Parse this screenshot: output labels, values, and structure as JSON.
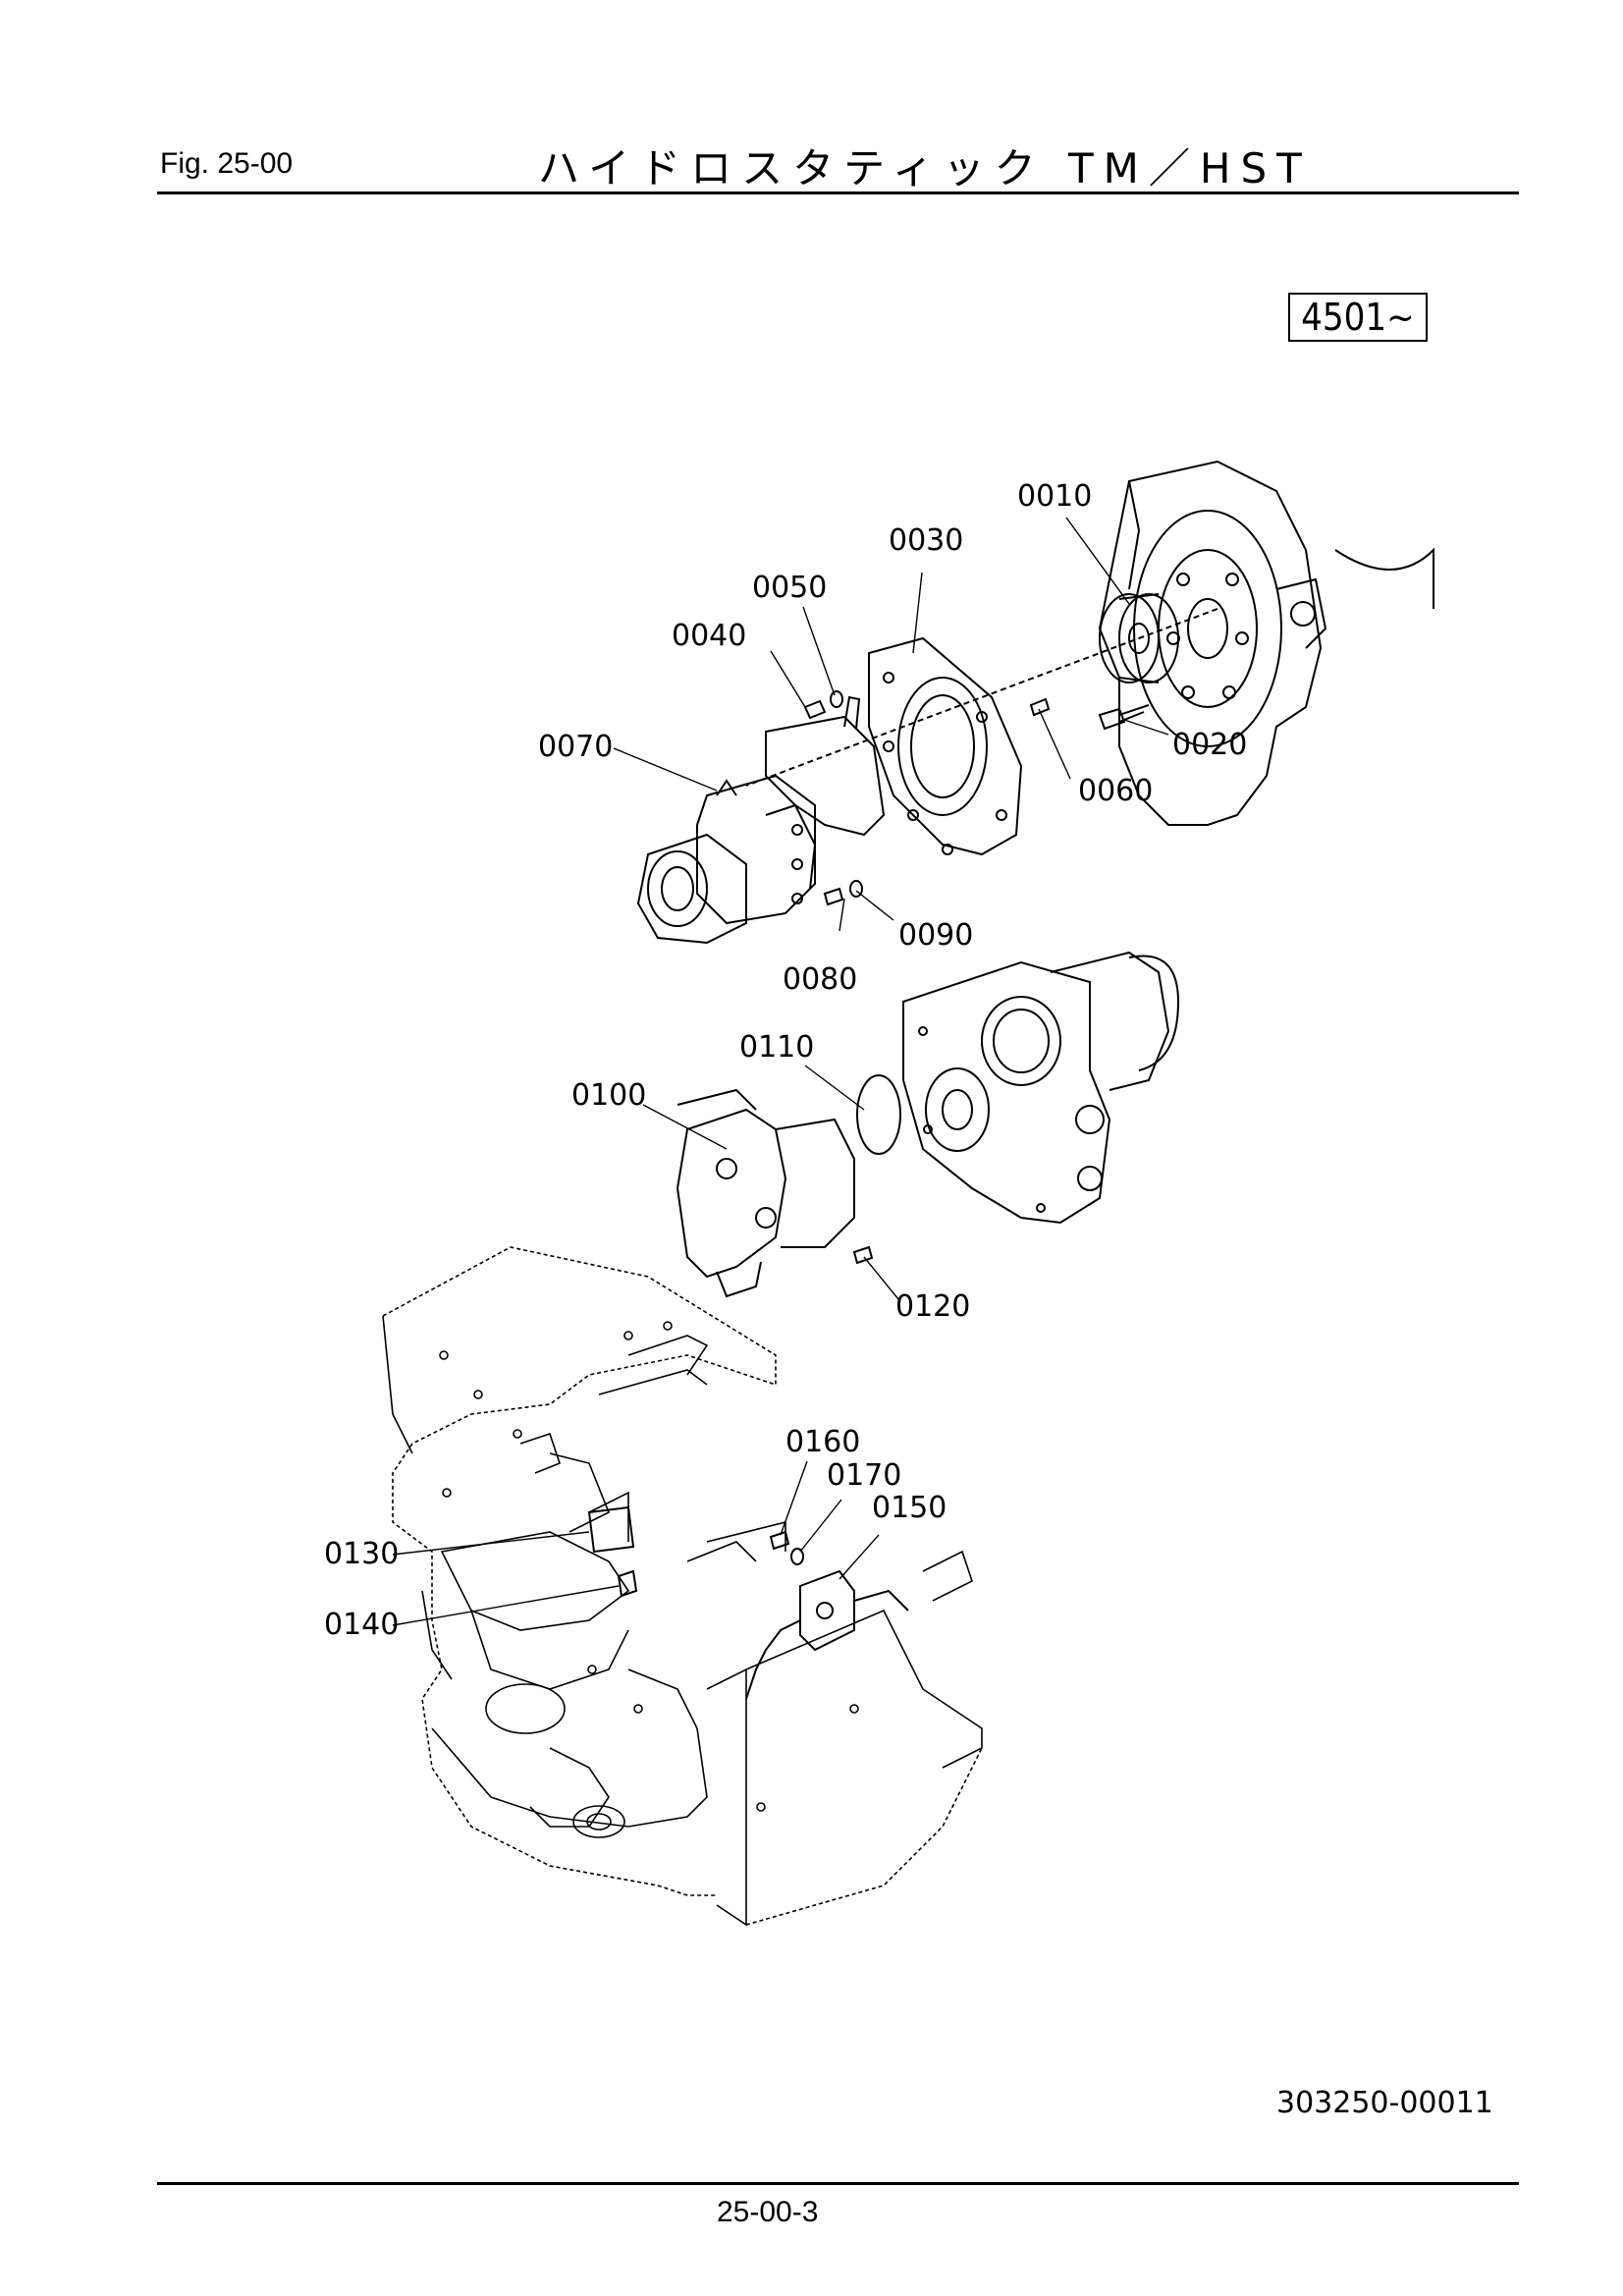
{
  "header": {
    "fig_label": "Fig. 25-00",
    "title": "ハイドロスタティック TM／HST"
  },
  "serial_range": "4501~",
  "callouts": {
    "c0010": "0010",
    "c0020": "0020",
    "c0030": "0030",
    "c0040": "0040",
    "c0050": "0050",
    "c0060": "0060",
    "c0070": "0070",
    "c0080": "0080",
    "c0090": "0090",
    "c0100": "0100",
    "c0110": "0110",
    "c0120": "0120",
    "c0130": "0130",
    "c0140": "0140",
    "c0150": "0150",
    "c0160": "0160",
    "c0170": "0170"
  },
  "footer": {
    "doc_number": "303250-00011",
    "page_number": "25-00-3"
  }
}
